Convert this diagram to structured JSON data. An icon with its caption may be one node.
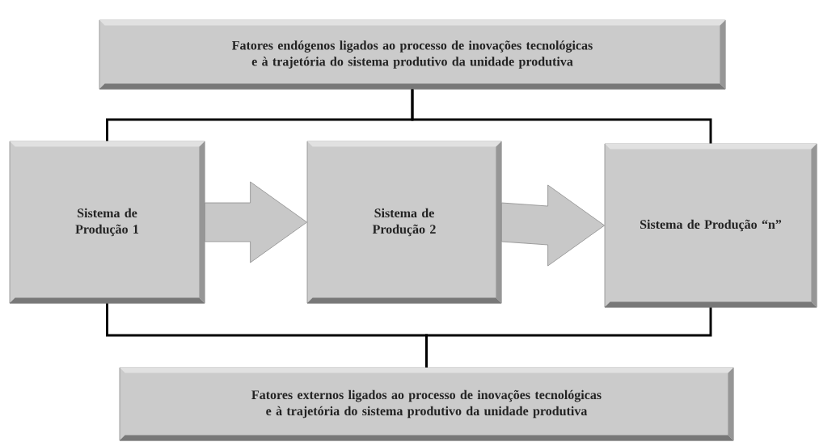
{
  "diagram": {
    "nodes": [
      {
        "text": [
          "Fatores endógenos ligados ao processo de inovações tecnológicas e à trajetória do sistema produtivo da unidade produtiva"
        ]
      },
      {
        "text": [
          "Sistema de Produção 1"
        ]
      },
      {
        "text": [
          "Sistema de Produção 2"
        ]
      },
      {
        "text": [
          "Sistema de Produção “n”"
        ]
      },
      {
        "text": [
          "Fatores externos ligados ao processo de inovações tecnológicas e à trajetória do sistema produtivo da unidade produtiva"
        ]
      }
    ],
    "edges": [
      {
        "from": 0,
        "to": 1,
        "arrow": "none"
      },
      {
        "from": 0,
        "to": 3,
        "arrow": "none"
      },
      {
        "from": 1,
        "to": 2,
        "arrow": "to"
      },
      {
        "from": 2,
        "to": 3,
        "arrow": "to"
      },
      {
        "from": 4,
        "to": 1,
        "arrow": "none"
      },
      {
        "from": 4,
        "to": 3,
        "arrow": "none"
      }
    ]
  }
}
